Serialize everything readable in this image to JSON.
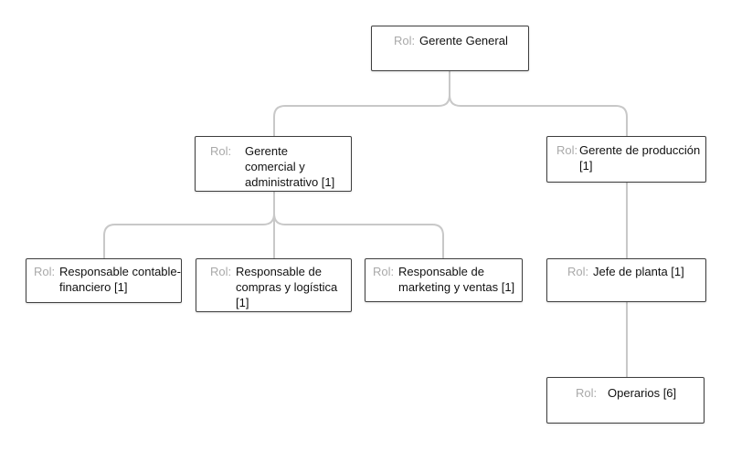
{
  "diagram": {
    "line_color": "#c8c8c8",
    "border_color": "#3d3d3d",
    "role_label_color": "#a9a9a9",
    "nodes": [
      {
        "id": "gerente-general",
        "role_label": "Rol:",
        "name": "Gerente General"
      },
      {
        "id": "gerente-comercial",
        "role_label": "Rol:",
        "name": "Gerente comercial y administrativo [1]"
      },
      {
        "id": "gerente-produccion",
        "role_label": "Rol:",
        "name": "Gerente de producción [1]"
      },
      {
        "id": "resp-contable",
        "role_label": "Rol:",
        "name": "Responsable contable-financiero [1]"
      },
      {
        "id": "resp-compras",
        "role_label": "Rol:",
        "name": "Responsable de compras y logística [1]"
      },
      {
        "id": "resp-marketing",
        "role_label": "Rol:",
        "name": "Responsable de marketing y ventas [1]"
      },
      {
        "id": "jefe-planta",
        "role_label": "Rol:",
        "name": "Jefe de planta [1]"
      },
      {
        "id": "operarios",
        "role_label": "Rol:",
        "name": "Operarios [6]"
      }
    ],
    "edges": [
      {
        "from": "gerente-general",
        "to": "gerente-comercial"
      },
      {
        "from": "gerente-general",
        "to": "gerente-produccion"
      },
      {
        "from": "gerente-comercial",
        "to": "resp-contable"
      },
      {
        "from": "gerente-comercial",
        "to": "resp-compras"
      },
      {
        "from": "gerente-comercial",
        "to": "resp-marketing"
      },
      {
        "from": "gerente-produccion",
        "to": "jefe-planta"
      },
      {
        "from": "jefe-planta",
        "to": "operarios"
      }
    ]
  }
}
